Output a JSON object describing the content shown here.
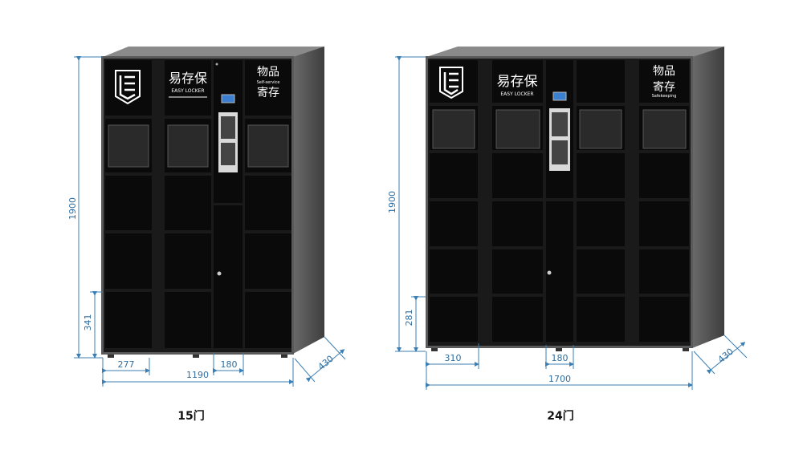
{
  "brand": {
    "name_cn": "易存保",
    "name_en": "EASY LOCKER",
    "service_cn_1": "物品",
    "service_en": "Self-service",
    "service_cn_2": "寄存",
    "service_en_alt": "Safekeeping"
  },
  "locker_15": {
    "caption": "15门",
    "dims": {
      "height": "1900",
      "door_height": "341",
      "door_width": "277",
      "total_width": "1190",
      "center_width": "180",
      "depth": "430"
    }
  },
  "locker_24": {
    "caption": "24门",
    "dims": {
      "height": "1900",
      "door_height": "281",
      "door_width": "310",
      "total_width": "1700",
      "center_width": "180",
      "depth": "430"
    }
  },
  "colors": {
    "dimension_line": "#3b7fb4",
    "cabinet": "#0a0a0a",
    "frame": "#5a5a5a"
  }
}
